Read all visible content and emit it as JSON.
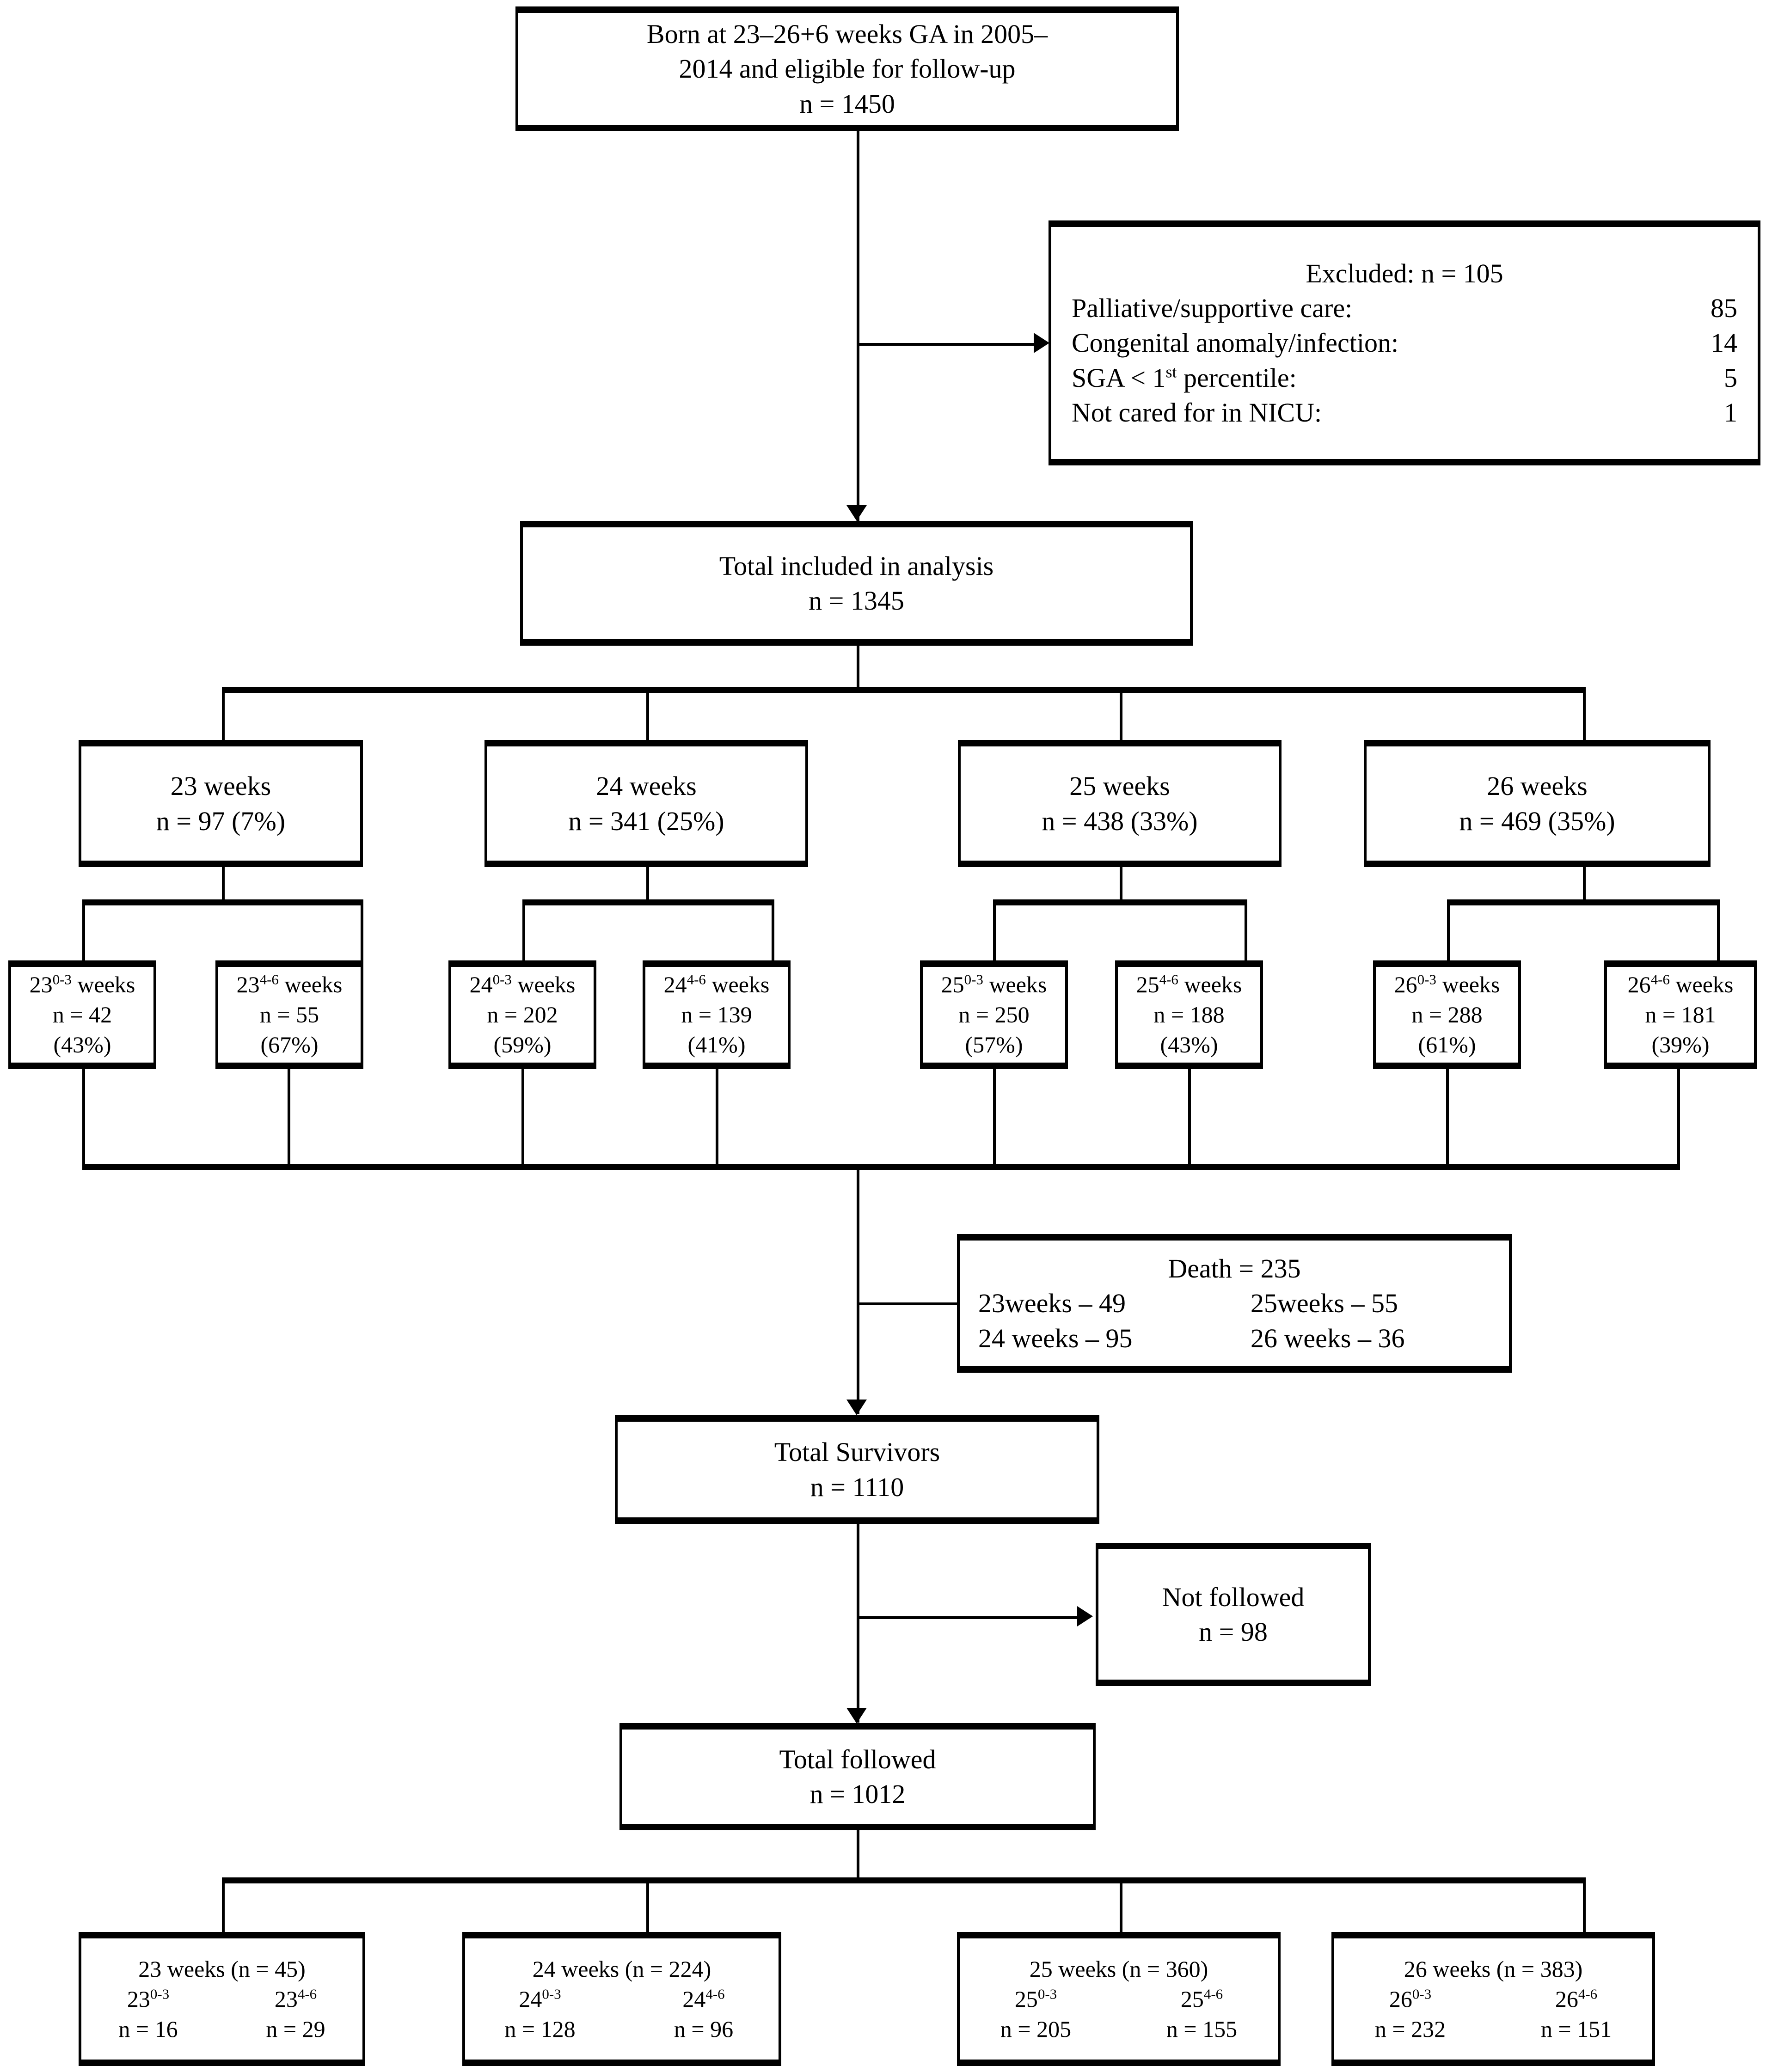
{
  "figure": {
    "type": "flow-diagram",
    "title": "Study cohort flow diagram of infants born at 23-26+6 weeks gestational age"
  },
  "nodes": {
    "born": {
      "line1": "Born at 23–26+6 weeks GA in 2005–",
      "line2": "2014 and eligible for follow-up",
      "line3": "n = 1450"
    },
    "excluded": {
      "header": "Excluded: n = 105",
      "rows": [
        {
          "label": "Palliative/supportive care:",
          "value": "85"
        },
        {
          "label": "Congenital anomaly/infection:",
          "value": "14"
        },
        {
          "label": "SGA < 1",
          "label_sup": "st",
          "label_tail": " percentile:",
          "value": "5"
        },
        {
          "label": "Not cared for in NICU:",
          "value": "1"
        }
      ]
    },
    "total_included": {
      "line1": "Total included in analysis",
      "line2": "n = 1345"
    },
    "ga_groups": [
      {
        "line1": "23 weeks",
        "line2": "n = 97 (7%)"
      },
      {
        "line1": "24 weeks",
        "line2": "n = 341 (25%)"
      },
      {
        "line1": "25 weeks",
        "line2": "n = 438 (33%)"
      },
      {
        "line1": "26 weeks",
        "line2": "n = 469 (35%)"
      }
    ],
    "ga_subgroups": [
      {
        "base": "23",
        "sup": "0-3",
        "suffix": " weeks",
        "n": "n = 42",
        "pct": "(43%)"
      },
      {
        "base": "23",
        "sup": "4-6",
        "suffix": " weeks",
        "n": "n = 55",
        "pct": "(67%)"
      },
      {
        "base": "24",
        "sup": "0-3",
        "suffix": " weeks",
        "n": "n = 202",
        "pct": "(59%)"
      },
      {
        "base": "24",
        "sup": "4-6",
        "suffix": " weeks",
        "n": "n = 139",
        "pct": "(41%)"
      },
      {
        "base": "25",
        "sup": "0-3",
        "suffix": " weeks",
        "n": "n = 250",
        "pct": "(57%)"
      },
      {
        "base": "25",
        "sup": "4-6",
        "suffix": " weeks",
        "n": "n = 188",
        "pct": "(43%)"
      },
      {
        "base": "26",
        "sup": "0-3",
        "suffix": " weeks",
        "n": "n = 288",
        "pct": "(61%)"
      },
      {
        "base": "26",
        "sup": "4-6",
        "suffix": " weeks",
        "n": "n = 181",
        "pct": "(39%)"
      }
    ],
    "death": {
      "header": "Death = 235",
      "r1c1": "23weeks – 49",
      "r1c2": "25weeks – 55",
      "r2c1": "24 weeks – 95",
      "r2c2": "26 weeks – 36"
    },
    "total_survivors": {
      "line1": "Total Survivors",
      "line2": "n = 1110"
    },
    "not_followed": {
      "line1": "Not followed",
      "line2": "n = 98"
    },
    "total_followed": {
      "line1": "Total followed",
      "line2": "n = 1012"
    },
    "followed_groups": [
      {
        "header": "23 weeks (n = 45)",
        "sub1_base": "23",
        "sub1_sup": "0-3",
        "sub2_base": "23",
        "sub2_sup": "4-6",
        "n1": "n = 16",
        "n2": "n = 29"
      },
      {
        "header": "24 weeks (n = 224)",
        "sub1_base": "24",
        "sub1_sup": "0-3",
        "sub2_base": "24",
        "sub2_sup": "4-6",
        "n1": "n = 128",
        "n2": "n = 96"
      },
      {
        "header": "25 weeks (n = 360)",
        "sub1_base": "25",
        "sub1_sup": "0-3",
        "sub2_base": "25",
        "sub2_sup": "4-6",
        "n1": "n = 205",
        "n2": "n = 155"
      },
      {
        "header": "26 weeks (n = 383)",
        "sub1_base": "26",
        "sub1_sup": "0-3",
        "sub2_base": "26",
        "sub2_sup": "4-6",
        "n1": "n = 232",
        "n2": "n = 151"
      }
    ]
  },
  "colors": {
    "line": "#000000",
    "background": "#ffffff",
    "text": "#000000"
  }
}
